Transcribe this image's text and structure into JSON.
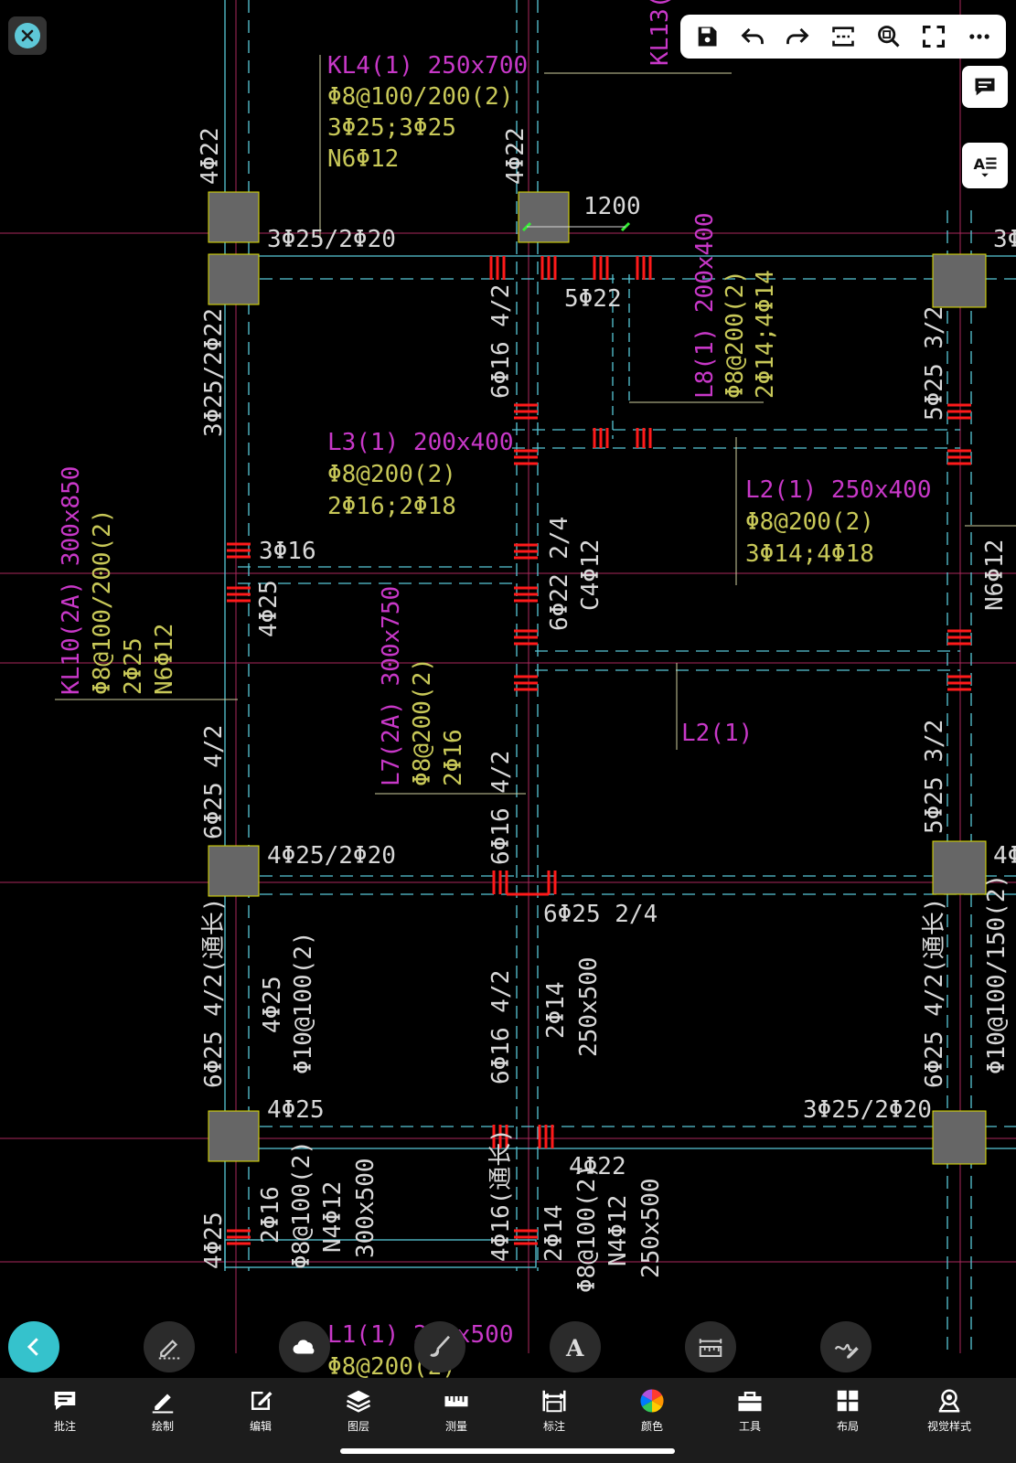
{
  "drawing": {
    "annotations": [
      {
        "id": "kl4-title",
        "text": "KL4(1) 250x700",
        "color": "#c838c8"
      },
      {
        "id": "kl4-stirrup",
        "text": "Φ8@100/200(2)",
        "color": "#c8c858"
      },
      {
        "id": "kl4-rebar",
        "text": "3Φ25;3Φ25",
        "color": "#c8c858"
      },
      {
        "id": "kl4-waist",
        "text": "N6Φ12",
        "color": "#c8c858"
      },
      {
        "id": "kl13",
        "text": "KL13(",
        "color": "#c838c8"
      },
      {
        "id": "col-top-left",
        "text": "4Φ22",
        "color": "#d8d8d8"
      },
      {
        "id": "col-top-mid",
        "text": "4Φ22",
        "color": "#d8d8d8"
      },
      {
        "id": "dim-1200",
        "text": "1200",
        "color": "#d8d8d8"
      },
      {
        "id": "top-bar-support",
        "text": "3Φ25/2Φ20",
        "color": "#d8d8d8"
      },
      {
        "id": "top-right-cut",
        "text": "3Φ",
        "color": "#d8d8d8"
      },
      {
        "id": "five-22",
        "text": "5Φ22",
        "color": "#d8d8d8"
      },
      {
        "id": "l8-title",
        "text": "L8(1) 200x400",
        "color": "#c838c8"
      },
      {
        "id": "l8-stirrup",
        "text": "Φ8@200(2)",
        "color": "#c8c858"
      },
      {
        "id": "l8-rebar",
        "text": "2Φ14;4Φ14",
        "color": "#c8c858"
      },
      {
        "id": "left-support-1",
        "text": "3Φ25/2Φ22",
        "color": "#d8d8d8"
      },
      {
        "id": "mid-6-16-top",
        "text": "6Φ16 4/2",
        "color": "#d8d8d8"
      },
      {
        "id": "right-5-25-top",
        "text": "5Φ25 3/2",
        "color": "#d8d8d8"
      },
      {
        "id": "l3-title",
        "text": "L3(1) 200x400",
        "color": "#c838c8"
      },
      {
        "id": "l3-stirrup",
        "text": "Φ8@200(2)",
        "color": "#c8c858"
      },
      {
        "id": "l3-rebar",
        "text": "2Φ16;2Φ18",
        "color": "#c8c858"
      },
      {
        "id": "l2-title",
        "text": "L2(1) 250x400",
        "color": "#c838c8"
      },
      {
        "id": "l2-stirrup",
        "text": "Φ8@200(2)",
        "color": "#c8c858"
      },
      {
        "id": "l2-rebar",
        "text": "3Φ14;4Φ18",
        "color": "#c8c858"
      },
      {
        "id": "kl10-title",
        "text": "KL10(2A) 300x850",
        "color": "#c838c8"
      },
      {
        "id": "kl10-stirrup",
        "text": "Φ8@100/200(2)",
        "color": "#c8c858"
      },
      {
        "id": "kl10-rebar",
        "text": "2Φ25",
        "color": "#c8c858"
      },
      {
        "id": "kl10-waist",
        "text": "N6Φ12",
        "color": "#c8c858"
      },
      {
        "id": "three-16",
        "text": "3Φ16",
        "color": "#d8d8d8"
      },
      {
        "id": "four-25-a",
        "text": "4Φ25",
        "color": "#d8d8d8"
      },
      {
        "id": "six-22",
        "text": "6Φ22 2/4",
        "color": "#d8d8d8"
      },
      {
        "id": "c4-12",
        "text": "C4Φ12",
        "color": "#d8d8d8"
      },
      {
        "id": "n6-12-right",
        "text": "N6Φ12",
        "color": "#d8d8d8"
      },
      {
        "id": "l7-title",
        "text": "L7(2A) 300x750",
        "color": "#c838c8"
      },
      {
        "id": "l7-stirrup",
        "text": "Φ8@200(2)",
        "color": "#c8c858"
      },
      {
        "id": "l7-rebar",
        "text": "2Φ16",
        "color": "#c8c858"
      },
      {
        "id": "l2-short",
        "text": "L2(1)",
        "color": "#c838c8"
      },
      {
        "id": "left-6-25",
        "text": "6Φ25 4/2",
        "color": "#d8d8d8"
      },
      {
        "id": "mid-6-16-mid",
        "text": "6Φ16 4/2",
        "color": "#d8d8d8"
      },
      {
        "id": "right-5-25-mid",
        "text": "5Φ25 3/2",
        "color": "#d8d8d8"
      },
      {
        "id": "four-25-2-20",
        "text": "4Φ25/2Φ20",
        "color": "#d8d8d8"
      },
      {
        "id": "right-4-cut",
        "text": "4Φ",
        "color": "#d8d8d8"
      },
      {
        "id": "six-25-2-4",
        "text": "6Φ25 2/4",
        "color": "#d8d8d8"
      },
      {
        "id": "left-tongchang",
        "text": "6Φ25 4/2(通长)",
        "color": "#d8d8d8"
      },
      {
        "id": "four-25-b",
        "text": "4Φ25",
        "color": "#d8d8d8"
      },
      {
        "id": "phi10-100",
        "text": "Φ10@100(2)",
        "color": "#d8d8d8"
      },
      {
        "id": "mid-6-16-low",
        "text": "6Φ16 4/2",
        "color": "#d8d8d8"
      },
      {
        "id": "two-14-a",
        "text": "2Φ14",
        "color": "#d8d8d8"
      },
      {
        "id": "size-250x500-a",
        "text": "250x500",
        "color": "#d8d8d8"
      },
      {
        "id": "right-tongchang",
        "text": "6Φ25 4/2(通长)",
        "color": "#d8d8d8"
      },
      {
        "id": "phi10-100-150",
        "text": "Φ10@100/150(2)",
        "color": "#d8d8d8"
      },
      {
        "id": "four-25-c",
        "text": "4Φ25",
        "color": "#d8d8d8"
      },
      {
        "id": "three-25-2-20",
        "text": "3Φ25/2Φ20",
        "color": "#d8d8d8"
      },
      {
        "id": "four-22",
        "text": "4Φ22",
        "color": "#d8d8d8"
      },
      {
        "id": "left-4-25-bottom",
        "text": "4Φ25",
        "color": "#d8d8d8"
      },
      {
        "id": "two-16",
        "text": "2Φ16",
        "color": "#d8d8d8"
      },
      {
        "id": "phi8-100-a",
        "text": "Φ8@100(2)",
        "color": "#d8d8d8"
      },
      {
        "id": "n4-12-a",
        "text": "N4Φ12",
        "color": "#d8d8d8"
      },
      {
        "id": "size-300x500",
        "text": "300x500",
        "color": "#d8d8d8"
      },
      {
        "id": "four-16-tongchang",
        "text": "4Φ16(通长)",
        "color": "#d8d8d8"
      },
      {
        "id": "two-14-b",
        "text": "2Φ14",
        "color": "#d8d8d8"
      },
      {
        "id": "phi8-100-b",
        "text": "Φ8@100(2)",
        "color": "#d8d8d8"
      },
      {
        "id": "n4-12-b",
        "text": "N4Φ12",
        "color": "#d8d8d8"
      },
      {
        "id": "size-250x500-b",
        "text": "250x500",
        "color": "#d8d8d8"
      },
      {
        "id": "l1-title",
        "text": "L1(1) 200x500",
        "color": "#c838c8"
      },
      {
        "id": "l1-stirrup",
        "text": "Φ8@200(2)",
        "color": "#c8c858"
      }
    ]
  },
  "top_toolbar": {
    "icons": [
      "save-icon",
      "undo-icon",
      "redo-icon",
      "fit-width-icon",
      "zoom-icon",
      "fullscreen-icon",
      "more-icon"
    ]
  },
  "side_buttons": [
    "comment-list-icon",
    "text-style-icon"
  ],
  "floating_tools": [
    "back-icon",
    "markup-pen-icon",
    "cloud-icon",
    "brush-icon",
    "text-icon",
    "ruler-icon",
    "sign-icon"
  ],
  "bottom_bar": {
    "items": [
      {
        "label": "批注",
        "icon": "annotate-icon"
      },
      {
        "label": "绘制",
        "icon": "draw-icon"
      },
      {
        "label": "编辑",
        "icon": "edit-icon"
      },
      {
        "label": "图层",
        "icon": "layers-icon"
      },
      {
        "label": "测量",
        "icon": "measure-icon"
      },
      {
        "label": "标注",
        "icon": "dimension-icon"
      },
      {
        "label": "颜色",
        "icon": "color-icon"
      },
      {
        "label": "工具",
        "icon": "toolbox-icon"
      },
      {
        "label": "布局",
        "icon": "layout-icon"
      },
      {
        "label": "视觉样式",
        "icon": "visual-style-icon"
      }
    ]
  },
  "colors": {
    "background": "#000000",
    "column_fill": "#666666",
    "column_stroke": "#e0e000",
    "beam_line": "#58c8d8",
    "axis_line": "#d0308a",
    "rebar_mark": "#ff1a1a",
    "accent": "#35c2cc"
  }
}
